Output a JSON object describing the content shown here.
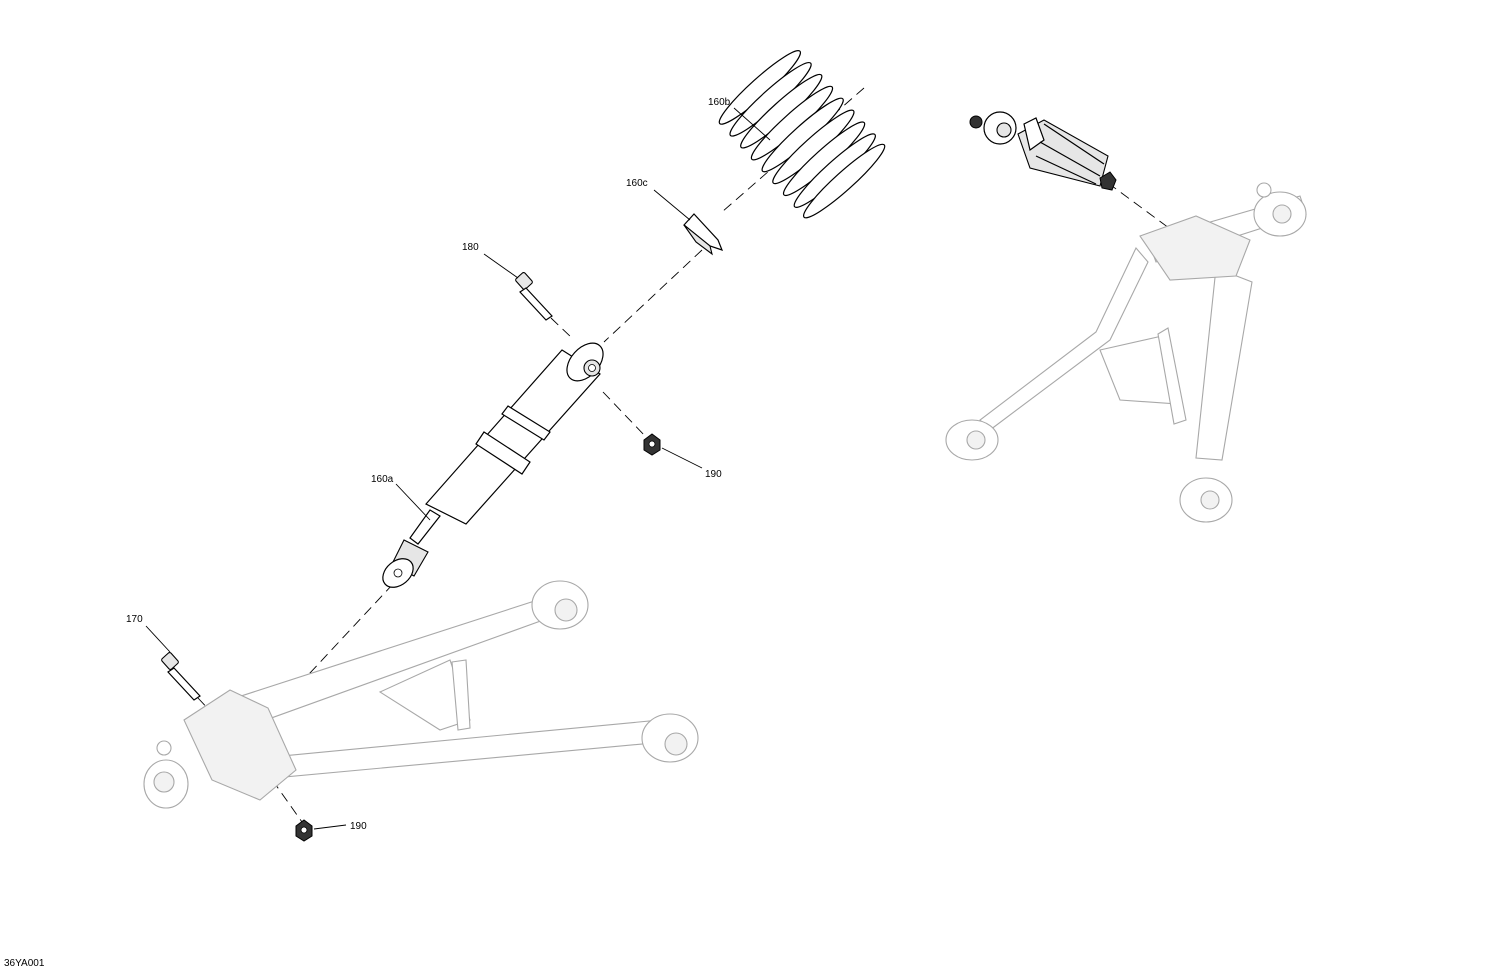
{
  "callouts": {
    "spring": "160b",
    "spring_seat": "160c",
    "upper_bolt": "180",
    "upper_nut": "190",
    "shock_body": "160a",
    "lower_bolt": "170",
    "lower_nut": "190"
  },
  "figure_code": "36YA001"
}
